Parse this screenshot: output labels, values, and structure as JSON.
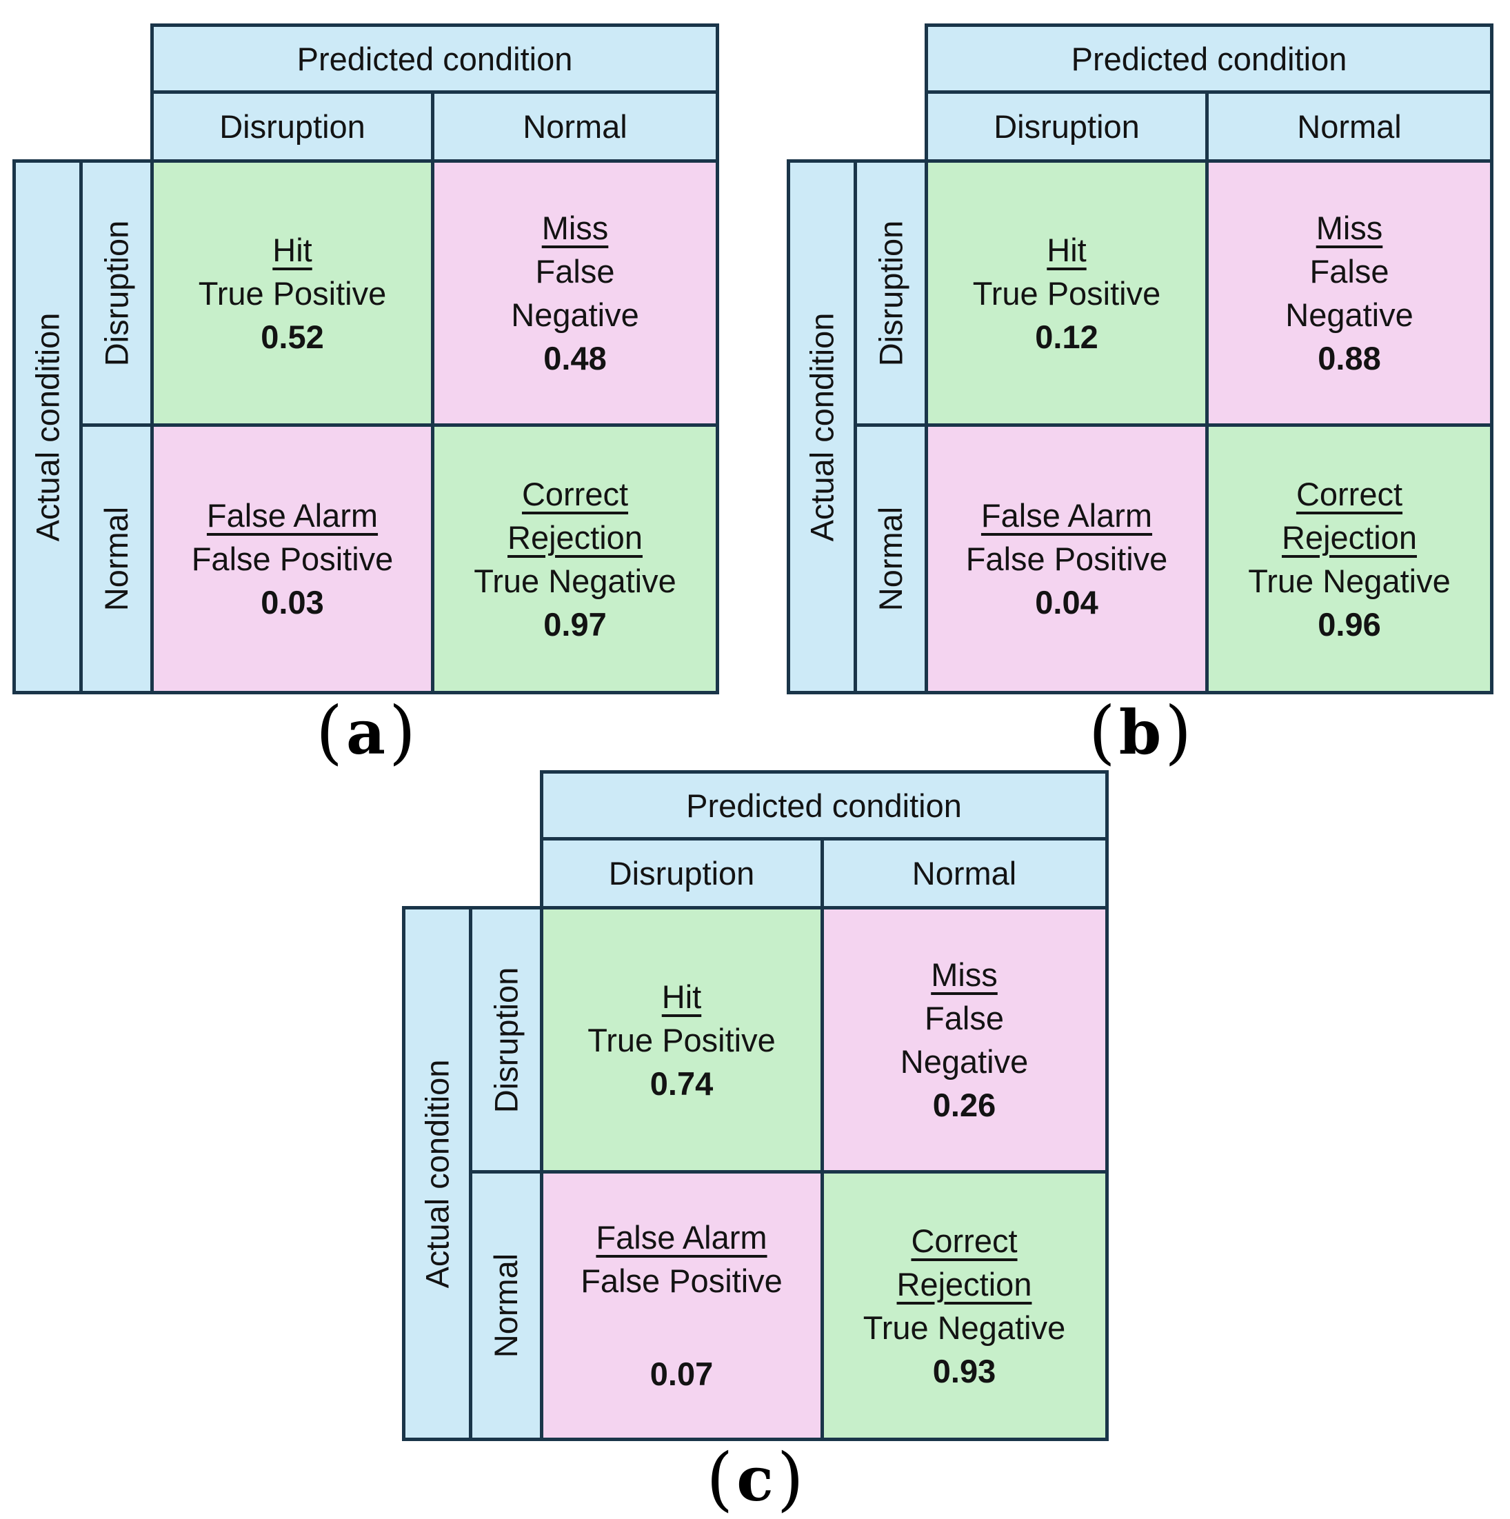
{
  "palette": {
    "header_blue": "#cdeaf7",
    "cell_green": "#c7efca",
    "cell_pink": "#f4d4f0",
    "line": "#1a3549",
    "ink": "#131313"
  },
  "shared": {
    "predicted_header": "Predicted condition",
    "actual_header": "Actual condition",
    "col_disruption": "Disruption",
    "col_normal": "Normal",
    "row_disruption": "Disruption",
    "row_normal": "Normal",
    "tp_title": "Hit",
    "tp_subtitle": "True Positive",
    "fn_title": "Miss",
    "fn_subtitle_line1": "False",
    "fn_subtitle_line2": "Negative",
    "fp_title": "False Alarm",
    "fp_subtitle": "False Positive",
    "tn_title_line1": "Correct",
    "tn_title_line2": "Rejection",
    "tn_subtitle": "True Negative",
    "paren_open": "(",
    "paren_close": ")"
  },
  "matrices": [
    {
      "caption_letter": "a",
      "values": {
        "tp": "0.52",
        "fn": "0.48",
        "fp": "0.03",
        "tn": "0.97"
      }
    },
    {
      "caption_letter": "b",
      "values": {
        "tp": "0.12",
        "fn": "0.88",
        "fp": "0.04",
        "tn": "0.96"
      }
    },
    {
      "caption_letter": "c",
      "values": {
        "tp": "0.74",
        "fn": "0.26",
        "fp": "0.07",
        "tn": "0.93"
      }
    }
  ],
  "chart_data": [
    {
      "type": "heatmap",
      "title": "(a)",
      "col_axis": "Predicted condition",
      "row_axis": "Actual condition",
      "cols": [
        "Disruption",
        "Normal"
      ],
      "rows": [
        "Disruption",
        "Normal"
      ],
      "cell_labels": [
        [
          "Hit (True Positive)",
          "Miss (False Negative)"
        ],
        [
          "False Alarm (False Positive)",
          "Correct Rejection (True Negative)"
        ]
      ],
      "values": [
        [
          0.52,
          0.48
        ],
        [
          0.03,
          0.97
        ]
      ]
    },
    {
      "type": "heatmap",
      "title": "(b)",
      "col_axis": "Predicted condition",
      "row_axis": "Actual condition",
      "cols": [
        "Disruption",
        "Normal"
      ],
      "rows": [
        "Disruption",
        "Normal"
      ],
      "cell_labels": [
        [
          "Hit (True Positive)",
          "Miss (False Negative)"
        ],
        [
          "False Alarm (False Positive)",
          "Correct Rejection (True Negative)"
        ]
      ],
      "values": [
        [
          0.12,
          0.88
        ],
        [
          0.04,
          0.96
        ]
      ]
    },
    {
      "type": "heatmap",
      "title": "(c)",
      "col_axis": "Predicted condition",
      "row_axis": "Actual condition",
      "cols": [
        "Disruption",
        "Normal"
      ],
      "rows": [
        "Disruption",
        "Normal"
      ],
      "cell_labels": [
        [
          "Hit (True Positive)",
          "Miss (False Negative)"
        ],
        [
          "False Alarm (False Positive)",
          "Correct Rejection (True Negative)"
        ]
      ],
      "values": [
        [
          0.74,
          0.26
        ],
        [
          0.07,
          0.93
        ]
      ]
    }
  ]
}
